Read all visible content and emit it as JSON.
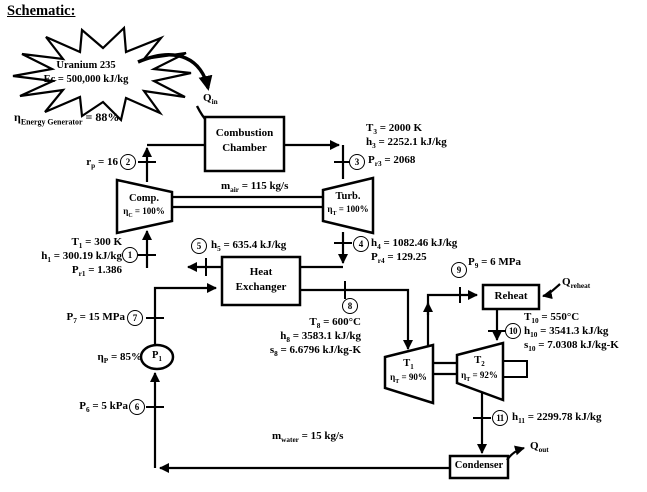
{
  "title": "Schematic:",
  "energy_source": {
    "name": "Uranium 235",
    "energy_content": "Ec = 500,000 kJ/kg",
    "generator_efficiency": "η~Energy Generator~ = 88%"
  },
  "heat_transfers": {
    "q_in": "Q~in~",
    "q_reheat": "Q~reheat~",
    "q_out": "Q~out~"
  },
  "components": {
    "combustion_chamber": {
      "line1": "Combustion",
      "line2": "Chamber"
    },
    "compressor": {
      "name": "Comp.",
      "efficiency": "η~C~ = 100%"
    },
    "gas_turbine": {
      "name": "Turb.",
      "efficiency": "η~T~ = 100%"
    },
    "heat_exchanger": {
      "line1": "Heat",
      "line2": "Exchanger"
    },
    "reheater": {
      "name": "Reheat"
    },
    "steam_turbine_1": {
      "name": "T~1~",
      "efficiency": "η~T~ = 90%"
    },
    "steam_turbine_2": {
      "name": "T~2~",
      "efficiency": "η~T~ = 92%"
    },
    "pump": {
      "name": "P~1~",
      "efficiency": "η~P~ = 85%"
    },
    "condenser": {
      "name": "Condenser"
    }
  },
  "flow_rates": {
    "air": "m~air~ = 115 kg/s",
    "water": "m~water~ = 15 kg/s"
  },
  "pressure_ratio": "r~p~ = 16",
  "states": {
    "s1": {
      "number": "1",
      "lines": [
        "T~1~ = 300 K",
        "h~1~ = 300.19 kJ/kg",
        "P~r1~ = 1.386"
      ]
    },
    "s2": {
      "number": "2"
    },
    "s3": {
      "number": "3",
      "lines": [
        "T~3~ = 2000 K",
        "h~3~ = 2252.1 kJ/kg",
        "P~r3~ = 2068"
      ]
    },
    "s4": {
      "number": "4",
      "lines": [
        "h~4~ = 1082.46 kJ/kg",
        "P~r4~ = 129.25"
      ]
    },
    "s5": {
      "number": "5",
      "lines": [
        "h~5~ = 635.4 kJ/kg"
      ]
    },
    "s6": {
      "number": "6",
      "lines": [
        "P~6~ = 5 kPa"
      ]
    },
    "s7": {
      "number": "7",
      "lines": [
        "P~7~ = 15 MPa"
      ]
    },
    "s8": {
      "number": "8",
      "lines": [
        "T~8~ = 600°C",
        "h~8~ = 3583.1 kJ/kg",
        "s~8~ = 6.6796 kJ/kg-K"
      ]
    },
    "s9": {
      "number": "9",
      "lines": [
        "P~9~ = 6 MPa"
      ]
    },
    "s10": {
      "number": "10",
      "lines": [
        "T~10~ = 550°C",
        "h~10~ = 3541.3 kJ/kg",
        "s~10~ = 7.0308 kJ/kg-K"
      ]
    },
    "s11": {
      "number": "11",
      "lines": [
        "h~11~ = 2299.78 kJ/kg"
      ]
    }
  }
}
